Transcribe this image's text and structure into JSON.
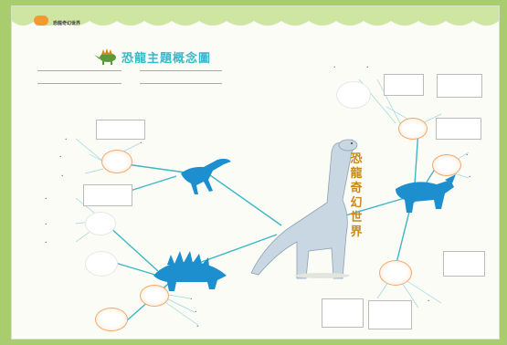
{
  "header": {
    "badge": "",
    "series_text": "",
    "book_text": "恐龍奇幻世界",
    "info_lines": [
      "",
      ""
    ]
  },
  "worksheet": {
    "title": "恐龍主題概念圖",
    "fields": [
      "",
      "",
      "",
      ""
    ],
    "instructions": [
      "",
      ""
    ],
    "vertical_title": [
      "恐",
      "龍",
      "奇",
      "幻",
      "世",
      "界"
    ]
  },
  "nodes": {
    "left_upper_cat": "",
    "left_lower_cat": "",
    "right_upper_cat": "",
    "right_lower_cat": "",
    "bubble_a": "",
    "bubble_b": "",
    "bubble_c": "",
    "bubble_d": "",
    "bubble_e": "",
    "bubble_f": ""
  },
  "colors": {
    "page_bg": "#a8cc6e",
    "accent_teal": "#39b8c9",
    "dino_blue": "#1d8fcf",
    "bubble_orange": "#f2a96b",
    "label_purple": "#7a3e9d",
    "title_gold": "#c98a1a"
  }
}
